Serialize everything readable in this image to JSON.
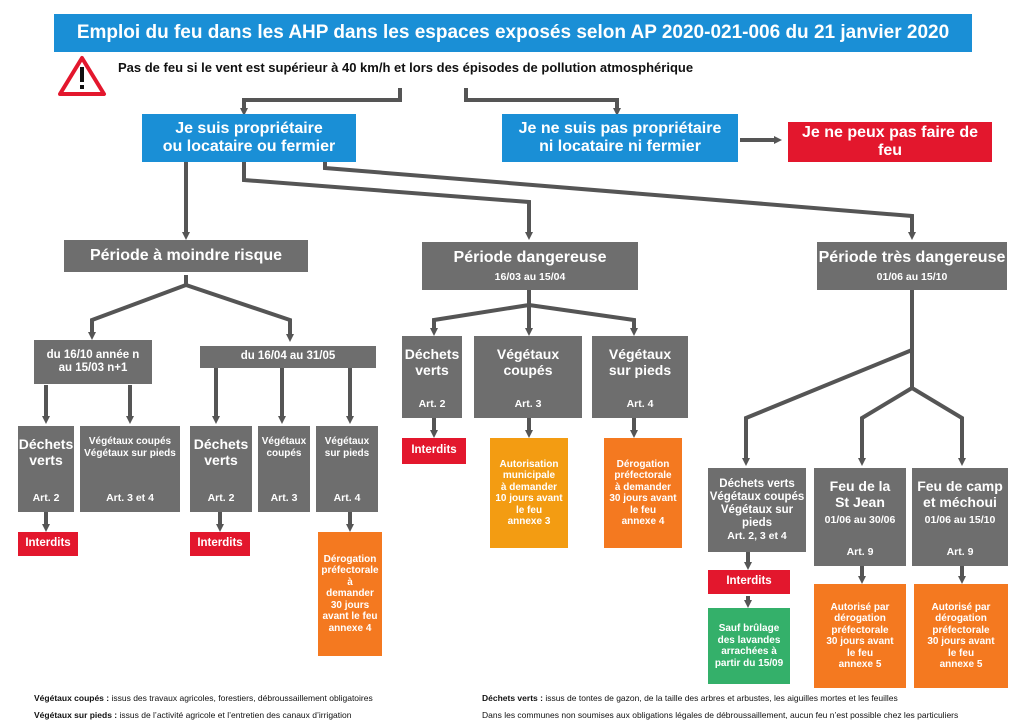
{
  "title": "Emploi du feu dans les AHP dans les espaces exposés selon AP 2020-021-006 du 21 janvier 2020",
  "warning": "Pas de feu si le vent est supérieur à 40 km/h et lors des épisodes de pollution atmosphérique",
  "owner": {
    "line1": "Je suis propriétaire",
    "line2": "ou locataire ou fermier"
  },
  "not_owner": {
    "line1": "Je ne suis pas propriétaire",
    "line2": "ni locataire ni fermier"
  },
  "no_fire": "Je ne peux pas faire de feu",
  "low_risk": {
    "label": "Période à moindre risque",
    "p1": {
      "line1": "du 16/10 année n",
      "line2": "au 15/03 n+1"
    },
    "p2": "du 16/04 au 31/05",
    "b1": {
      "l1": "Déchets",
      "l2": "verts",
      "art": "Art. 2"
    },
    "b2": {
      "l1": "Végétaux coupés",
      "l2": "Végétaux sur pieds",
      "art": "Art. 3 et 4"
    },
    "b3": {
      "l1": "Déchets",
      "l2": "verts",
      "art": "Art. 2"
    },
    "b4": {
      "l1": "Végétaux",
      "l2": "coupés",
      "art": "Art. 3"
    },
    "b5": {
      "l1": "Végétaux",
      "l2": "sur pieds",
      "art": "Art. 4"
    },
    "int1": "Interdits",
    "int2": "Interdits",
    "derog": [
      "Dérogation",
      "préfectorale",
      "à",
      "demander",
      "30 jours",
      "avant le feu",
      "annexe 4"
    ]
  },
  "danger": {
    "label": "Période dangereuse",
    "dates": "16/03 au 15/04",
    "b1": {
      "l1": "Déchets",
      "l2": "verts",
      "art": "Art. 2"
    },
    "b2": {
      "l1": "Végétaux",
      "l2": "coupés",
      "art": "Art. 3"
    },
    "b3": {
      "l1": "Végétaux",
      "l2": "sur pieds",
      "art": "Art. 4"
    },
    "int": "Interdits",
    "auth": [
      "Autorisation",
      "municipale",
      "à demander",
      "10 jours avant",
      "le feu",
      "annexe 3"
    ],
    "derog": [
      "Dérogation",
      "préfectorale",
      "à demander",
      "30 jours avant",
      "le feu",
      "annexe 4"
    ]
  },
  "very_danger": {
    "label": "Période très dangereuse",
    "dates": "01/06 au 15/10",
    "b1": {
      "l1": "Déchets verts",
      "l2": "Végétaux coupés",
      "l3": "Végétaux sur pieds",
      "art": "Art. 2, 3 et 4"
    },
    "b2": {
      "l1": "Feu de la",
      "l2": "St Jean",
      "dates": "01/06 au 30/06",
      "art": "Art. 9"
    },
    "b3": {
      "l1": "Feu de camp",
      "l2": "et méchoui",
      "dates": "01/06 au 15/10",
      "art": "Art. 9"
    },
    "int": "Interdits",
    "lavender": [
      "Sauf brûlage",
      "des lavandes",
      "arrachées à",
      "partir du 15/09"
    ],
    "auth1": [
      "Autorisé par",
      "dérogation",
      "préfectorale",
      "30 jours avant",
      "le feu",
      "annexe 5"
    ],
    "auth2": [
      "Autorisé par",
      "dérogation",
      "préfectorale",
      "30 jours avant",
      "le feu",
      "annexe 5"
    ]
  },
  "footer": {
    "f1_term": "Végétaux coupés :",
    "f1_text": " issus des travaux agricoles, forestiers, débroussaillement obligatoires",
    "f2_term": "Végétaux sur pieds :",
    "f2_text": " issus de l’activité agricole et l’entretien des canaux d’irrigation",
    "f3_term": "Déchets verts :",
    "f3_text": " issus de tontes de gazon, de la taille des arbres et arbustes, les aiguilles mortes et les feuilles",
    "f4_text": "Dans les communes non soumises aux obligations légales de débroussaillement, aucun feu n’est possible chez les particuliers"
  },
  "colors": {
    "blue": "#1a8fd6",
    "grey": "#6e6e6e",
    "red": "#e3172d",
    "orange": "#f47920",
    "gold": "#f39c12",
    "green": "#34b06a"
  }
}
